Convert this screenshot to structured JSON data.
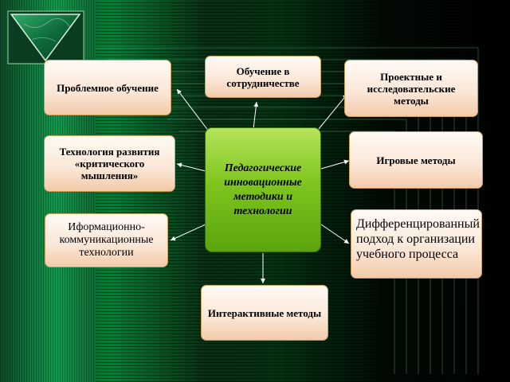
{
  "center": {
    "label": "Педагогические инновационные методики и технологии"
  },
  "nodes": {
    "cooperation": "Обучение в сотрудничестве",
    "problem": "Проблемное обучение",
    "project": "Проектные и исследовательские методы",
    "critical": "Технология развития «критического мышления»",
    "games": "Игровые методы",
    "ict": "Иформационно-коммуникационные технологии",
    "differentiated": "Дифференцированный подход к организации учебного процесса",
    "interactive": "Интерактивные методы"
  },
  "colors": {
    "card_border": "#c9a15a",
    "center_fill": "#7ec51e",
    "connector": "#ffffff"
  },
  "icons": {
    "logo": "green-marble-triangle-icon"
  }
}
